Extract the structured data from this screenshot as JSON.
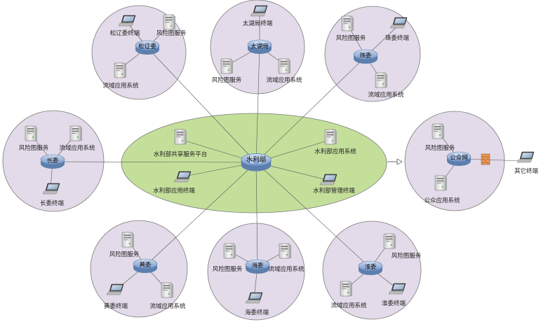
{
  "center": {
    "hub": "水利部",
    "items": [
      "水利部共享服务平台",
      "水利部应用终端",
      "水利部应用系统",
      "水利部管理终端"
    ]
  },
  "clusters": {
    "songliao": {
      "hub": "松辽委",
      "labels": [
        "松辽委终端",
        "风险图服务",
        "流域应用系统"
      ]
    },
    "taihu": {
      "hub": "太湖局",
      "labels": [
        "太湖局终端",
        "风险图服务",
        "流域应用系统"
      ]
    },
    "zhujiang": {
      "hub": "珠委",
      "labels": [
        "风险图服务",
        "珠委终端",
        "流域应用系统"
      ]
    },
    "changjiang": {
      "hub": "长委",
      "labels": [
        "风险图服务",
        "流域应用系统",
        "长委终端"
      ]
    },
    "public": {
      "hub": "公众网",
      "labels": [
        "风险图服务",
        "公众应用系统",
        "其它终端"
      ]
    },
    "huangwei": {
      "hub": "黄委",
      "labels": [
        "风险图服务",
        "黄委终端",
        "流域应用系统"
      ]
    },
    "haiwei": {
      "hub": "海委",
      "labels": [
        "风险图服务",
        "流域应用系统",
        "海委终端"
      ]
    },
    "huaiwei": {
      "hub": "淮委",
      "labels": [
        "风险图服务",
        "流域应用系统",
        "淮委终端"
      ]
    }
  },
  "colors": {
    "circle_fill": "#e3dbe9",
    "ellipse_fill": "#c4df9a",
    "hub_fill": "#9fb9dd",
    "firewall": "#e69a5a"
  },
  "icons": {
    "server": "server-icon",
    "laptop": "laptop-icon",
    "router": "router-icon",
    "firewall": "firewall-icon"
  }
}
